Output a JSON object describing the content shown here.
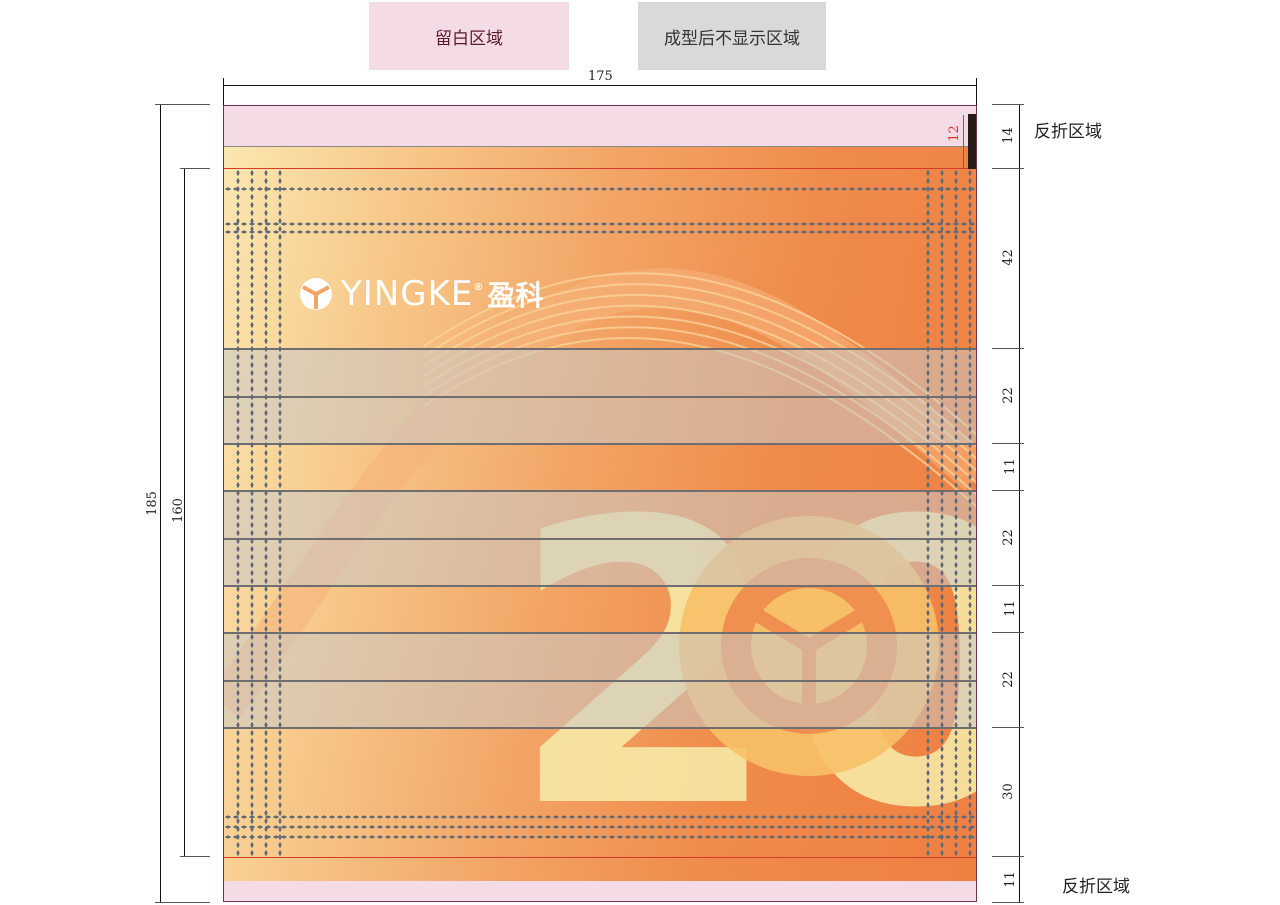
{
  "legend": {
    "blank_area": "留白区域",
    "hidden_area": "成型后不显示区域"
  },
  "dimensions": {
    "width": "175",
    "total_height": "185",
    "inner_height": "160",
    "top_fold": "14",
    "top_inner": "12",
    "segments": [
      "42",
      "22",
      "11",
      "22",
      "11",
      "22",
      "30",
      "11"
    ]
  },
  "labels": {
    "fold_top": "反折区域",
    "fold_bottom": "反折区域"
  },
  "artwork": {
    "brand": "YINGKE",
    "registered": "®",
    "brand_cn": "盈科",
    "big_number": "20"
  },
  "colors": {
    "pink": "#f5dbe6",
    "grey": "#d9d9d9",
    "orange": "#ef8a4a",
    "light": "#fbe7b0",
    "dot": "#606a78"
  }
}
